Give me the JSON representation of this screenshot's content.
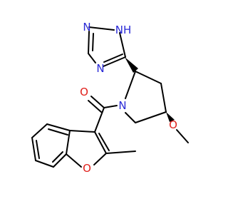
{
  "colors": {
    "bond": "#000000",
    "nitrogen": "#2a2ad6",
    "oxygen": "#e0201b",
    "background": "#ffffff"
  },
  "atoms": {
    "triazole_n1": "N",
    "triazole_nh": "NH",
    "triazole_n4": "N",
    "carbonyl_o": "O",
    "pyrrolidine_n": "N",
    "methoxy_o": "O",
    "furan_o": "O"
  }
}
